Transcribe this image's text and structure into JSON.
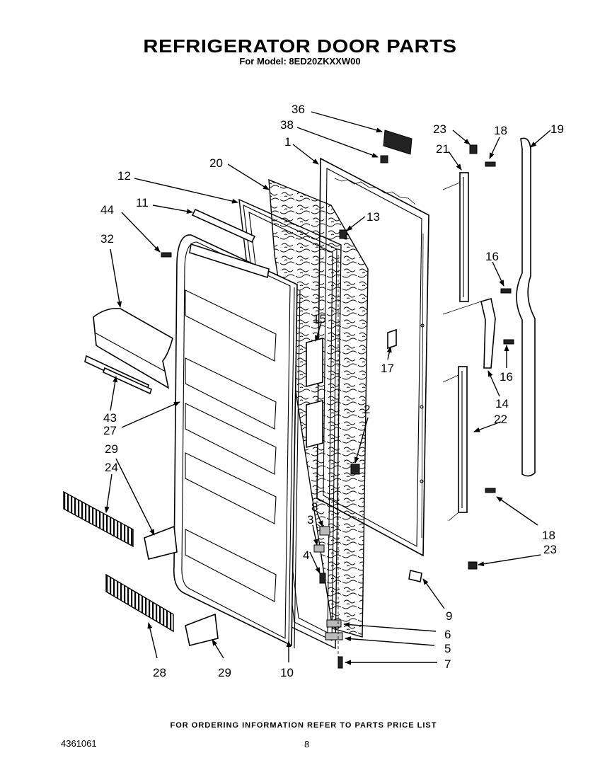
{
  "header": {
    "title": "REFRIGERATOR DOOR PARTS",
    "model_line": "For Model: 8ED20ZKXXW00"
  },
  "callouts": [
    "36",
    "38",
    "1",
    "23",
    "18",
    "19",
    "21",
    "20",
    "12",
    "11",
    "13",
    "44",
    "32",
    "16",
    "15",
    "17",
    "16",
    "14",
    "43",
    "27",
    "2",
    "22",
    "29",
    "24",
    "8",
    "3",
    "4",
    "18",
    "23",
    "9",
    "6",
    "5",
    "7",
    "28",
    "29",
    "10"
  ],
  "footer": {
    "ordering_note": "FOR ORDERING INFORMATION REFER TO PARTS PRICE LIST",
    "doc_number": "4361061",
    "page_number": "8"
  }
}
